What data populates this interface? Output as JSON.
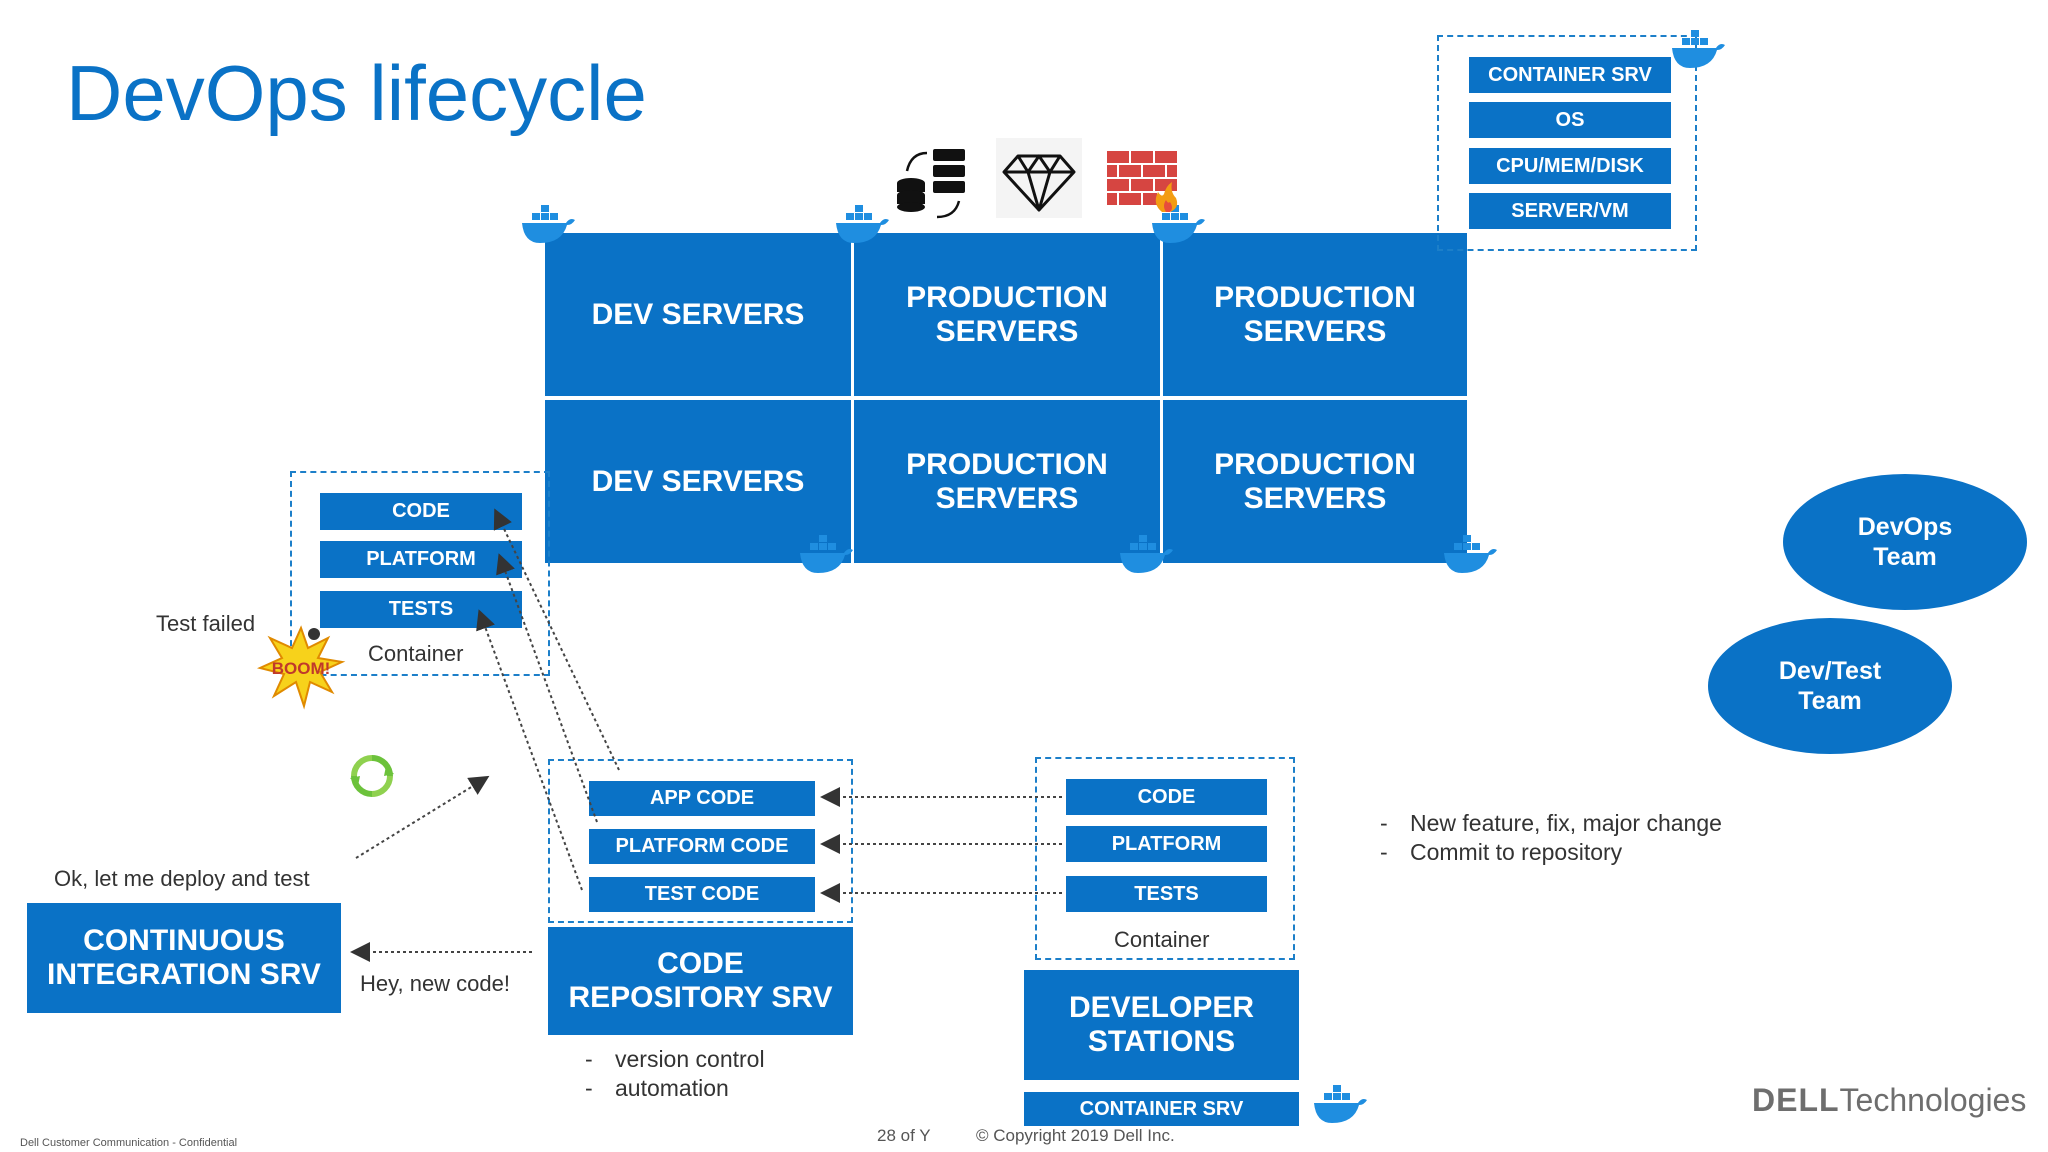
{
  "title": "DevOps lifecycle",
  "grid": {
    "row1": [
      "DEV SERVERS",
      "PRODUCTION\nSERVERS",
      "PRODUCTION\nSERVERS"
    ],
    "row2": [
      "DEV SERVERS",
      "PRODUCTION\nSERVERS",
      "PRODUCTION\nSERVERS"
    ]
  },
  "stack": [
    "CONTAINER SRV",
    "OS",
    "CPU/MEM/DISK",
    "SERVER/VM"
  ],
  "container_left": {
    "items": [
      "CODE",
      "PLATFORM",
      "TESTS"
    ],
    "label": "Container"
  },
  "test_failed": "Test failed",
  "boom": "BOOM!",
  "ci": {
    "caption": "Ok, let me deploy and test",
    "label": "CONTINUOUS\nINTEGRATION SRV",
    "message": "Hey, new code!"
  },
  "repo": {
    "items": [
      "APP CODE",
      "PLATFORM CODE",
      "TEST CODE"
    ],
    "label": "CODE\nREPOSITORY SRV",
    "bullets": [
      "version control",
      "automation"
    ]
  },
  "dev_container": {
    "items": [
      "CODE",
      "PLATFORM",
      "TESTS"
    ],
    "label": "Container"
  },
  "developer": {
    "label": "DEVELOPER\nSTATIONS",
    "container_srv": "CONTAINER SRV"
  },
  "notes": [
    "New feature, fix, major change",
    "Commit to repository"
  ],
  "teams": [
    "DevOps\nTeam",
    "Dev/Test\nTeam"
  ],
  "footer": {
    "left": "Dell Customer Communication - Confidential",
    "page": "28 of Y",
    "copyright": "© Copyright 2019 Dell Inc.",
    "brand_bold": "DELL",
    "brand_light": "Technologies"
  },
  "colors": {
    "accent": "#0a72c6",
    "dashed": "#1c7fc9",
    "text": "#333333"
  },
  "icons": [
    "docker-whale-icon",
    "database-sync-icon",
    "diamond-icon",
    "firewall-icon",
    "refresh-cycle-icon",
    "boom-icon"
  ]
}
